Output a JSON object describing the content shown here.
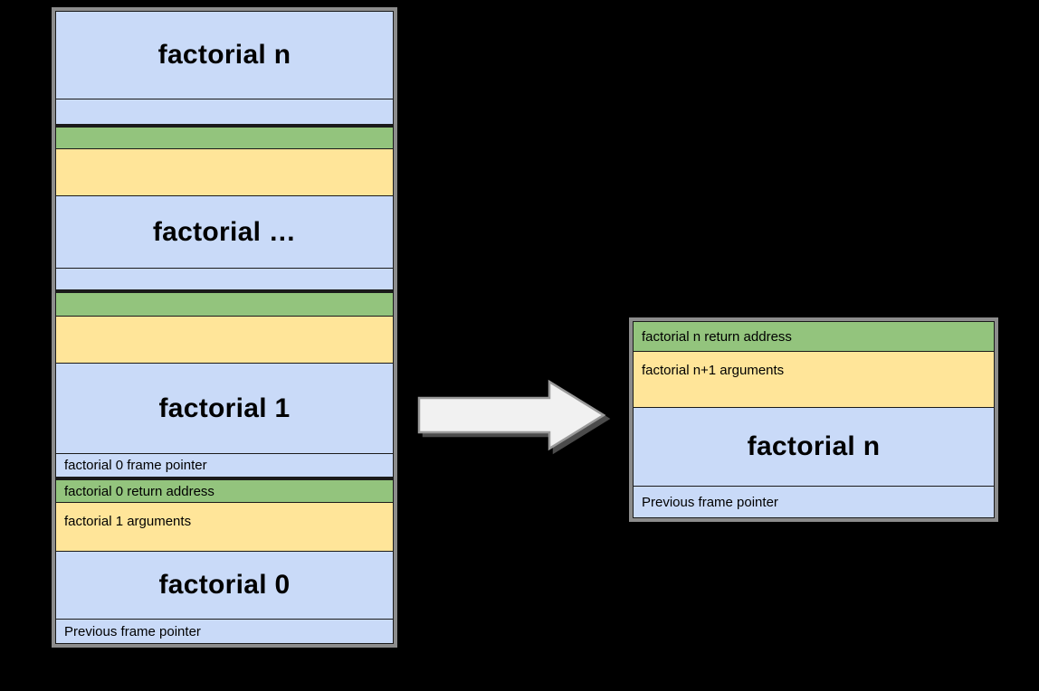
{
  "page": {
    "background": "#000000",
    "description": "Stack frame diagram comparing recursive factorial call stack with tail-call-optimized single frame"
  },
  "colors": {
    "frame_body_blue": "#c9daf8",
    "return_address_green": "#93c47d",
    "arguments_yellow": "#ffe599",
    "stack_outline_gray": "#8c8c8c",
    "cell_border": "#1a1a1a",
    "arrow_fill": "#f1f1f1",
    "arrow_stroke": "#9a9a9a"
  },
  "left_stack": {
    "rows": [
      {
        "label": "factorial n",
        "color": "blue",
        "kind": "function-frame"
      },
      {
        "label": "",
        "color": "blue",
        "kind": "frame-pointer"
      },
      {
        "label": "",
        "color": "green",
        "kind": "return-address"
      },
      {
        "label": "",
        "color": "yellow",
        "kind": "arguments"
      },
      {
        "label": "factorial …",
        "color": "blue",
        "kind": "function-frame"
      },
      {
        "label": "",
        "color": "blue",
        "kind": "frame-pointer"
      },
      {
        "label": "",
        "color": "green",
        "kind": "return-address"
      },
      {
        "label": "",
        "color": "yellow",
        "kind": "arguments"
      },
      {
        "label": "factorial 1",
        "color": "blue",
        "kind": "function-frame"
      },
      {
        "label": "factorial 0 frame pointer",
        "color": "blue",
        "kind": "frame-pointer"
      },
      {
        "label": "factorial 0 return address",
        "color": "green",
        "kind": "return-address"
      },
      {
        "label": "factorial 1 arguments",
        "color": "yellow",
        "kind": "arguments"
      },
      {
        "label": "factorial 0",
        "color": "blue",
        "kind": "function-frame"
      },
      {
        "label": "Previous frame pointer",
        "color": "blue",
        "kind": "frame-pointer"
      }
    ]
  },
  "right_stack": {
    "rows": [
      {
        "label": "factorial n return address",
        "color": "green",
        "kind": "return-address"
      },
      {
        "label": "factorial n+1 arguments",
        "color": "yellow",
        "kind": "arguments"
      },
      {
        "label": "factorial n",
        "color": "blue",
        "kind": "function-frame"
      },
      {
        "label": "Previous frame pointer",
        "color": "blue",
        "kind": "frame-pointer"
      }
    ]
  },
  "arrow": {
    "direction": "right"
  }
}
